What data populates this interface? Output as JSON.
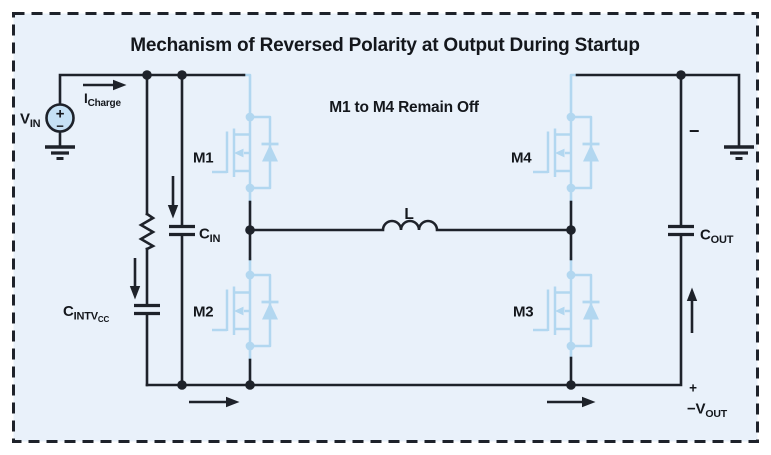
{
  "diagram": {
    "title": "Mechanism of Reversed Polarity at Output During Startup",
    "note": "M1 to M4 Remain Off",
    "colors": {
      "panel_background": "#e9f1fa",
      "wire": "#1e222a",
      "device_blue": "#b2d7f0",
      "source_fill": "#c5e1f5",
      "text": "#14171c"
    },
    "source": {
      "label_main": "V",
      "label_sub": "IN",
      "plus": "+",
      "minus": "−"
    },
    "currents": {
      "icharge_main": "I",
      "icharge_sub": "Charge"
    },
    "mosfets": {
      "m1": "M1",
      "m2": "M2",
      "m3": "M3",
      "m4": "M4"
    },
    "capacitors": {
      "cin": {
        "main": "C",
        "sub": "IN"
      },
      "cintvcc": {
        "main": "C",
        "sub": "INTV",
        "subsub": "CC"
      },
      "cout": {
        "main": "C",
        "sub": "OUT"
      }
    },
    "inductor": {
      "label": "L"
    },
    "output": {
      "minus": "−",
      "plus": "+",
      "vout_main": "−V",
      "vout_sub": "OUT"
    }
  }
}
